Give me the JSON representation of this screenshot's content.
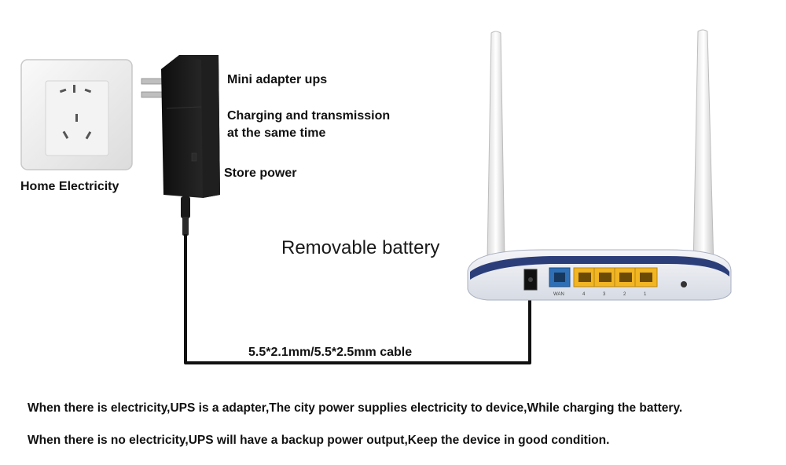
{
  "labels": {
    "home_electricity": "Home  Electricity",
    "mini_adapter": "Mini adapter ups",
    "charging_line1": "Charging and transmission",
    "charging_line2": "at the same time",
    "store_power": "Store power",
    "removable_battery": "Removable battery",
    "cable": "5.5*2.1mm/5.5*2.5mm cable"
  },
  "router_ports": {
    "wan": "WAN",
    "lan": [
      "4",
      "3",
      "2",
      "1"
    ]
  },
  "notes": [
    "When there is electricity,UPS is a adapter,The city power supplies electricity to device,While charging the battery.",
    "When there is no electricity,UPS will have a backup power output,Keep the device in good condition."
  ],
  "colors": {
    "cable": "#111111",
    "adapter": "#1b1b1b",
    "router_body": "#e9ecf2",
    "router_band": "#2c3e7a",
    "wan_port": "#2f6fb5",
    "lan_port": "#f2b523",
    "outlet": "#efefef"
  }
}
